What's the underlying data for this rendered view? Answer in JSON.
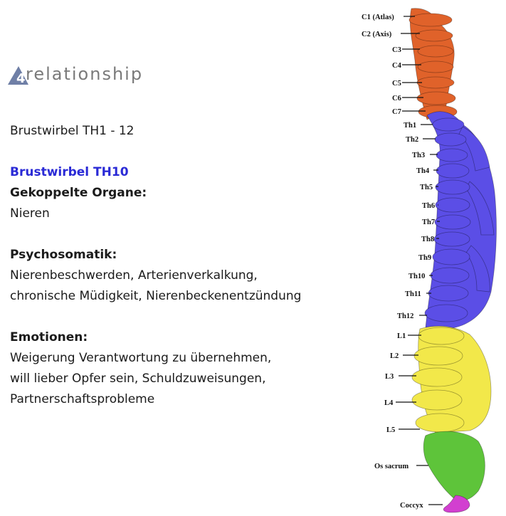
{
  "brand": {
    "logo_number": "4",
    "logo_text": "relationship",
    "logo_color": "#6f7fa6"
  },
  "content": {
    "section_title": "Brustwirbel TH1 - 12",
    "vertebra_heading": "Brustwirbel TH10",
    "vertebra_heading_color": "#2a2ad6",
    "organs_label": "Gekoppelte Organe:",
    "organs_value": "Nieren",
    "psychosomatik_label": "Psychosomatik:",
    "psychosomatik_lines": [
      "Nierenbeschwerden, Arterienverkalkung,",
      "chronische Müdigkeit, Nierenbeckenentzündung"
    ],
    "emotionen_label": "Emotionen:",
    "emotionen_lines": [
      "Weigerung Verantwortung zu übernehmen,",
      "will lieber Opfer sein, Schuldzuweisungen,",
      "Partnerschaftsprobleme"
    ]
  },
  "spine": {
    "colors": {
      "cervical": "#e0622a",
      "thoracic": "#5b4ee6",
      "lumbar": "#f2e84a",
      "sacrum": "#5ec43a",
      "coccyx": "#d23fd0"
    },
    "labels": {
      "c1": "C1 (Atlas)",
      "c2": "C2 (Axis)",
      "c3": "C3",
      "c4": "C4",
      "c5": "C5",
      "c6": "C6",
      "c7": "C7",
      "th1": "Th1",
      "th2": "Th2",
      "th3": "Th3",
      "th4": "Th4",
      "th5": "Th5",
      "th6": "Th6",
      "th7": "Th7",
      "th8": "Th8",
      "th9": "Th9",
      "th10": "Th10",
      "th11": "Th11",
      "th12": "Th12",
      "l1": "L1",
      "l2": "L2",
      "l3": "L3",
      "l4": "L4",
      "l5": "L5",
      "sacrum": "Os sacrum",
      "coccyx": "Coccyx"
    }
  }
}
